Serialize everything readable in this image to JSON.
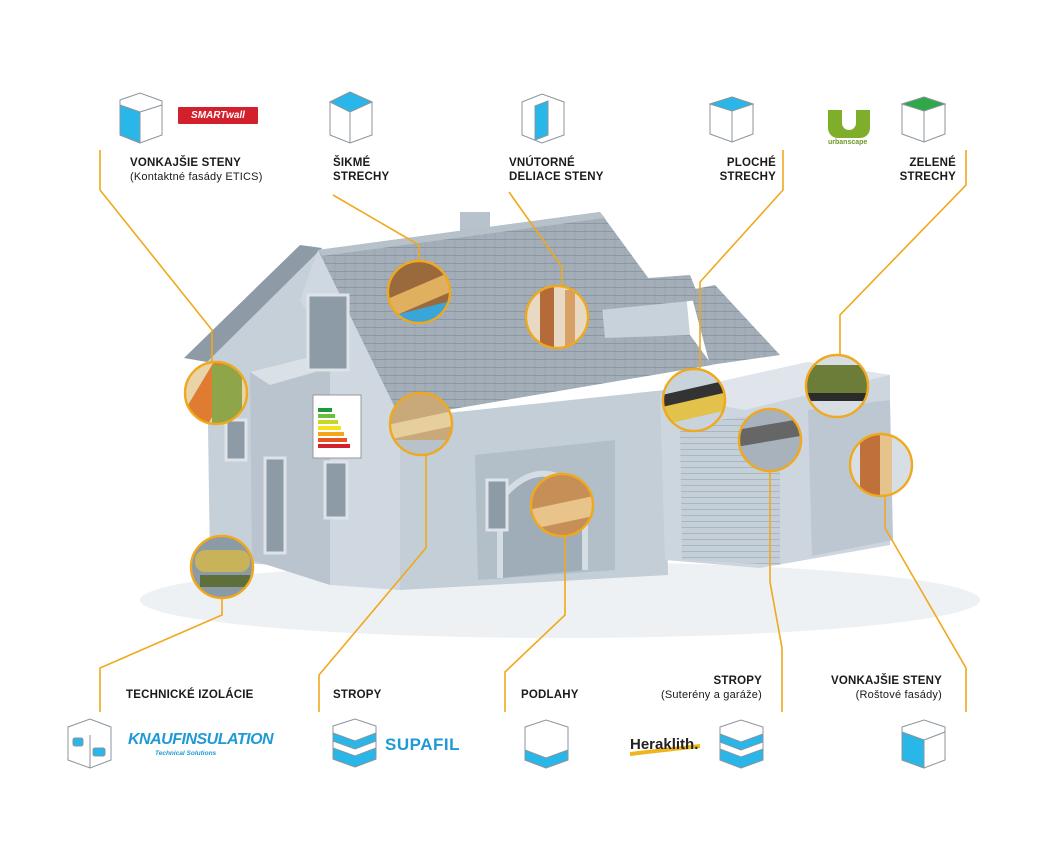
{
  "labels": {
    "vonk_etics": {
      "title": "VONKAJŠIE STENY",
      "sub": "(Kontaktné fasády ETICS)"
    },
    "sikme": {
      "line1": "ŠIKMÉ",
      "line2": "STRECHY"
    },
    "vnutorne": {
      "line1": "VNÚTORNÉ",
      "line2": "DELIACE STENY"
    },
    "ploche": {
      "line1": "PLOCHÉ",
      "line2": "STRECHY"
    },
    "zelene": {
      "line1": "ZELENÉ",
      "line2": "STRECHY"
    },
    "technicke": {
      "title": "TECHNICKÉ IZOLÁCIE"
    },
    "stropy": {
      "title": "STROPY"
    },
    "podlahy": {
      "title": "PODLAHY"
    },
    "stropy_sut": {
      "title": "STROPY",
      "sub": "(Suterény a garáže)"
    },
    "vonk_rost": {
      "title": "VONKAJŠIE STENY",
      "sub": "(Roštové fasády)"
    }
  },
  "brands": {
    "smartwall": "SMARTwall",
    "urbanscape": "urbanscape",
    "knauf": "KNAUFINSULATION",
    "knauf_sub": "Technical Solutions",
    "supafil": "SUPAFIL",
    "heraklith": "Heraklith."
  },
  "colors": {
    "accent_line": "#f0a81c",
    "cube_blue": "#29b6e8",
    "green_roof": "#2fa84a",
    "smartwall_red": "#d3202d",
    "house_wall": "#c9d3dc",
    "roof": "#9eaab5"
  }
}
